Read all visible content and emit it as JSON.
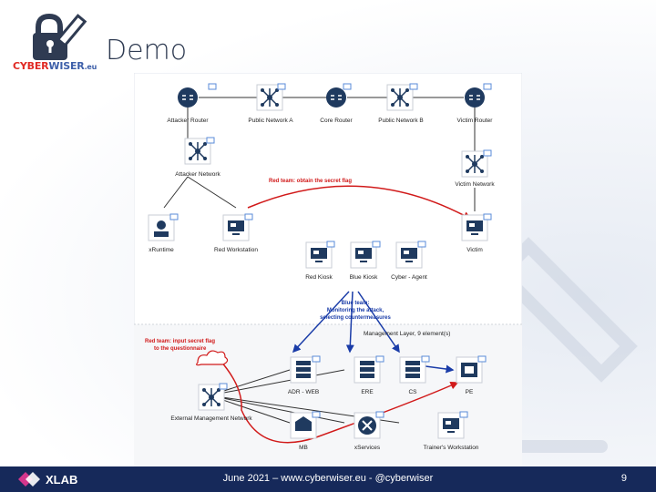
{
  "logo": {
    "brand_part1": "CYBER",
    "brand_part2": "WISER",
    "brand_part3": ".eu"
  },
  "slide_title": "Demo",
  "diagram": {
    "nodes": {
      "attacker_router": "Attacker Router",
      "public_network_a": "Public Network A",
      "core_router": "Core Router",
      "public_network_b": "Public Network B",
      "victim_router": "Victim Router",
      "attacker_network": "Attacker Network",
      "victim_network": "Victim Network",
      "xruntime": "xRuntime",
      "red_workstation": "Red Workstation",
      "victim": "Victim",
      "red_kiosk": "Red Kiosk",
      "blue_kiosk": "Blue Kiosk",
      "cyber_agent": "Cyber - Agent",
      "management_layer": "Management Layer, 9 element(s)",
      "adr_web": "ADR - WEB",
      "ere": "ERE",
      "cs": "CS",
      "pe": "PE",
      "external_mgmt_network": "External Management Network",
      "mb": "MB",
      "xservices": "xServices",
      "trainers_workstation": "Trainer's Workstation"
    },
    "annotations": {
      "red_obtain_flag": "Red team: obtain the secret flag",
      "blue_team_1": "Blue team:",
      "blue_team_2": "Monitoring the attack,",
      "blue_team_3": "selecting countermeasures",
      "red_input_1": "Red team: input secret flag",
      "red_input_2": "to the questionnaire"
    }
  },
  "footer": {
    "text": "June 2021 – www.cyberwiser.eu - @cyberwiser",
    "page_number": "9",
    "partner_logo": "XLAB"
  },
  "colors": {
    "footer_bg": "#16295a",
    "red_arrow": "#d11a1a",
    "blue_arrow": "#1a3ca8",
    "node_dark": "#1f3a5f"
  }
}
